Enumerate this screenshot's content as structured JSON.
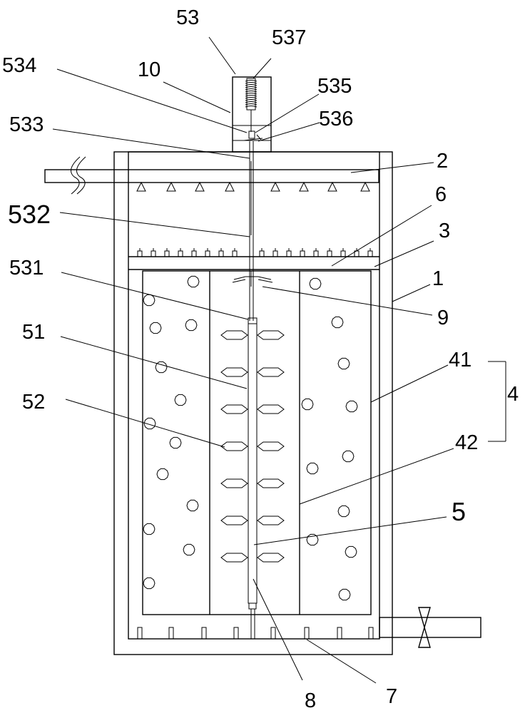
{
  "labels": {
    "l53": "53",
    "l537": "537",
    "l534": "534",
    "l10": "10",
    "l535": "535",
    "l536": "536",
    "l533": "533",
    "l2": "2",
    "l6": "6",
    "l532": "532",
    "l3": "3",
    "l531": "531",
    "l1": "1",
    "l9": "9",
    "l51": "51",
    "l41": "41",
    "l4": "4",
    "l52": "52",
    "l42": "42",
    "l5": "5",
    "l8": "8",
    "l7": "7"
  },
  "colors": {
    "line": "#000000",
    "background": "#ffffff"
  }
}
